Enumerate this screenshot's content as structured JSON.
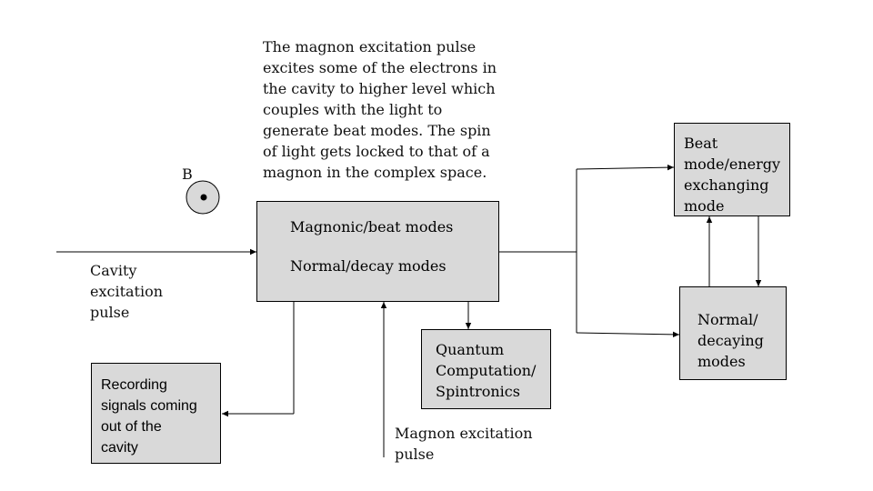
{
  "description": "The magnon excitation pulse excites some of the electrons in the cavity to higher level which couples with the light to generate beat modes. The spin of light gets locked to that of a magnon in the complex space.",
  "field_symbol": "B",
  "main_box": {
    "line1": "Magnonic/beat modes",
    "line2": "Normal/decay modes"
  },
  "labels": {
    "cavity_pulse": [
      "Cavity",
      "excitation",
      "pulse"
    ],
    "magnon_pulse": [
      "Magnon excitation",
      "pulse"
    ]
  },
  "boxes": {
    "recording": [
      "Recording",
      "signals coming",
      "out of the",
      "cavity"
    ],
    "quantum": [
      "Quantum",
      "Computation/",
      "Spintronics"
    ],
    "beat": [
      "Beat",
      "mode/energy",
      "exchanging",
      "mode"
    ],
    "normal": [
      "Normal/",
      "decaying",
      "modes"
    ]
  },
  "colors": {
    "box_fill": "#d9d9d9",
    "line": "#000000"
  }
}
